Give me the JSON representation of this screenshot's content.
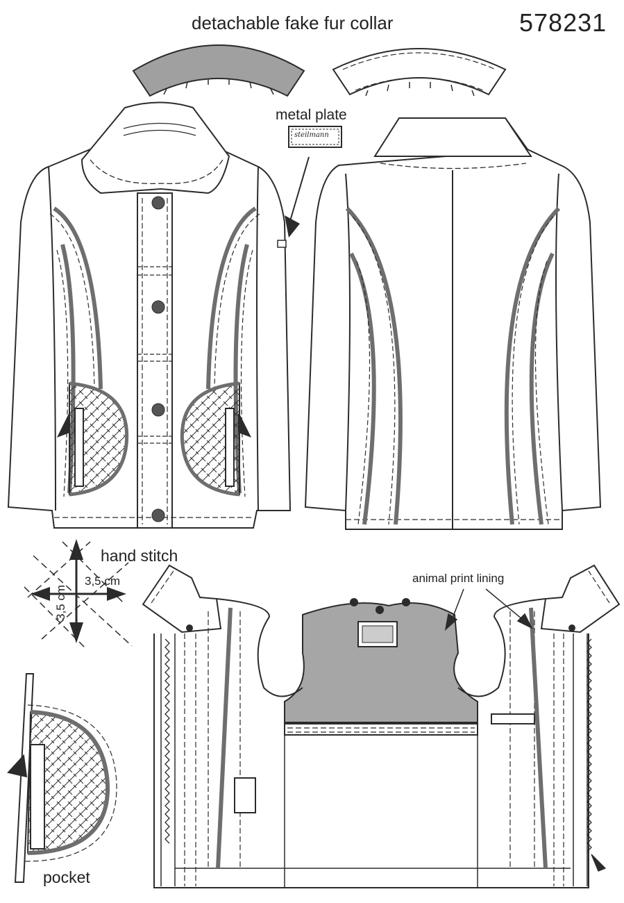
{
  "labels": {
    "title": "detachable fake fur collar",
    "code": "578231",
    "metal_plate": "metal plate",
    "hand_stitch": "hand stitch",
    "dimension_h": "3,5 cm",
    "dimension_v": "3,5 cm",
    "lining": "animal print lining",
    "pocket": "pocket",
    "plate_brand": "steilmann"
  },
  "colors": {
    "line": "#2b2b2b",
    "fur": "#a0a0a0",
    "lining": "#a6a6a6",
    "piping": "#6e6e6e",
    "button": "#555555"
  },
  "buttons_front_count": 4
}
